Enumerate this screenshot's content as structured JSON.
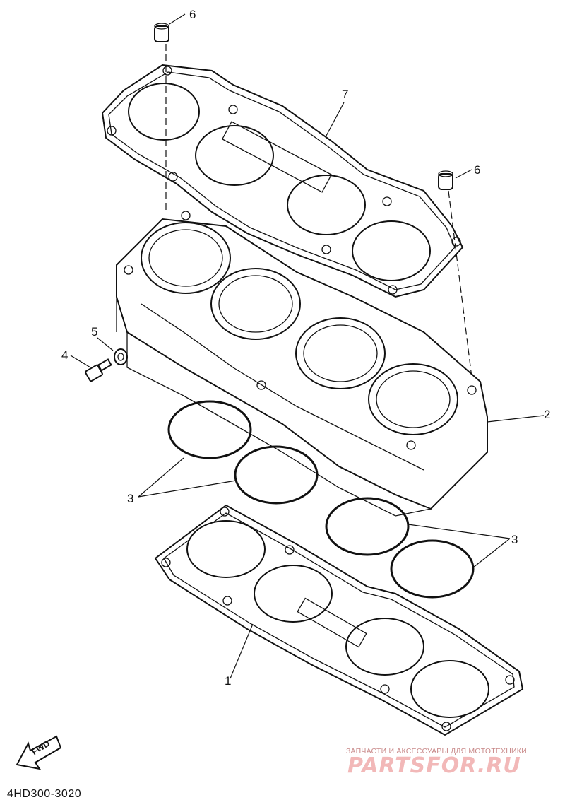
{
  "callouts": {
    "c1": "1",
    "c2": "2",
    "c3a": "3",
    "c3b": "3",
    "c4": "4",
    "c5": "5",
    "c6a": "6",
    "c6b": "6",
    "c7": "7"
  },
  "diagram_code": "4HD300-3020",
  "fwd_label": "FWD",
  "watermark": {
    "tagline": "ЗАПЧАСТИ И АКСЕССУАРЫ ДЛЯ МОТОТЕХНИКИ",
    "logo": "PARTSFOR.RU"
  },
  "icons": [
    "fwd-arrow-icon"
  ]
}
